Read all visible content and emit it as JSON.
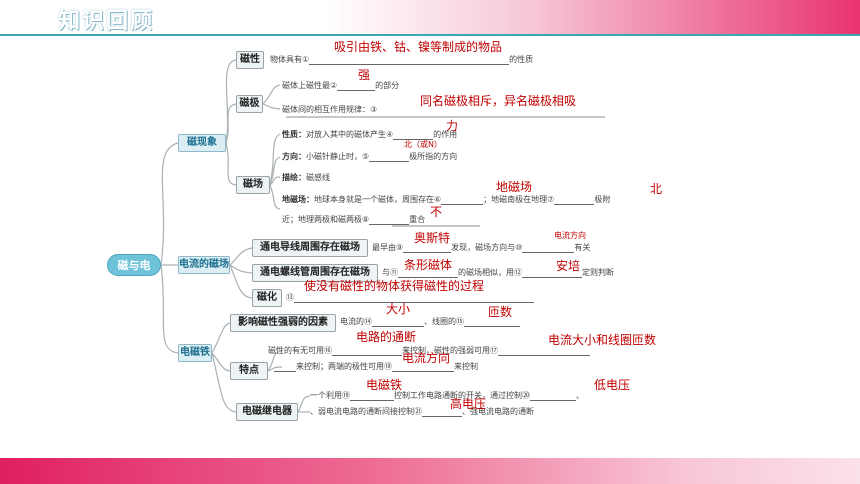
{
  "header": {
    "title": "知识回顾"
  },
  "root": "磁与电",
  "categories": {
    "magnetic": "磁现象",
    "current": "电流的磁场",
    "electromagnet": "电磁铁"
  },
  "nodes": {
    "cixing": "磁性",
    "ciji": "磁极",
    "cichang": "磁场",
    "zhidao": "通电导线周围存在磁场",
    "luoxian": "通电螺线管周围存在磁场",
    "cihua": "磁化",
    "yingxiang": "影响磁性强弱的因素",
    "tedian": "特点",
    "jidianqi": "电磁继电器"
  },
  "lines": {
    "l1": "物体具有①",
    "l1b": "的性质",
    "l2": "磁体上磁性最②",
    "l2b": "的部分",
    "l3": "磁体间的相互作用规律：③",
    "l4a": "性质：",
    "l4": "对放入其中的磁体产生④",
    "l4b": "的作用",
    "l5a": "方向：",
    "l5": "小磁针静止时，⑤",
    "l5b": "极所指的方向",
    "l6a": "描绘：",
    "l6": "磁感线",
    "l7a": "地磁场：",
    "l7": "地球本身就是一个磁体，周围存在⑥",
    "l7b": "；地磁南极在地理⑦",
    "l7c": "极附",
    "l8": "近；地理两极和磁两极⑧",
    "l8b": "重合",
    "l9": "最早由⑨",
    "l9b": "发现，磁场方向与⑩",
    "l9c": "有关",
    "l10": "与⑪",
    "l10b": "的磁场相似，用⑫",
    "l10c": "定则判断",
    "l11": "⑬",
    "l12": "电流的⑭",
    "l12b": "、线圈的⑮",
    "l13": "磁性的有无可用⑯",
    "l13b": "来控制，磁性的强弱可用⑰",
    "l14": "来控制；两端的极性可用⑱",
    "l14b": "来控制",
    "l15": "一个利用⑲",
    "l15b": "控制工作电路通断的开关，通过控制⑳",
    "l16": "、弱电流电路的通断间接控制㉑",
    "l16b": "、强电流电路的通断"
  },
  "answers": {
    "a1": "吸引由铁、钴、镍等制成的物品",
    "a2": "强",
    "a3": "同名磁极相斥，异名磁极相吸",
    "a4": "力",
    "a5": "北（或N）",
    "a6": "地磁场",
    "a7": "北",
    "a8": "不",
    "a9": "奥斯特",
    "a10": "电流方向",
    "a11": "条形磁体",
    "a12": "安培",
    "a13": "使没有磁性的物体获得磁性的过程",
    "a14": "大小",
    "a15": "匝数",
    "a16": "电路的通断",
    "a17": "电流大小和线圈匝数",
    "a18": "电流方向",
    "a19": "电磁铁",
    "a20": "低电压",
    "a21": "高电压"
  }
}
